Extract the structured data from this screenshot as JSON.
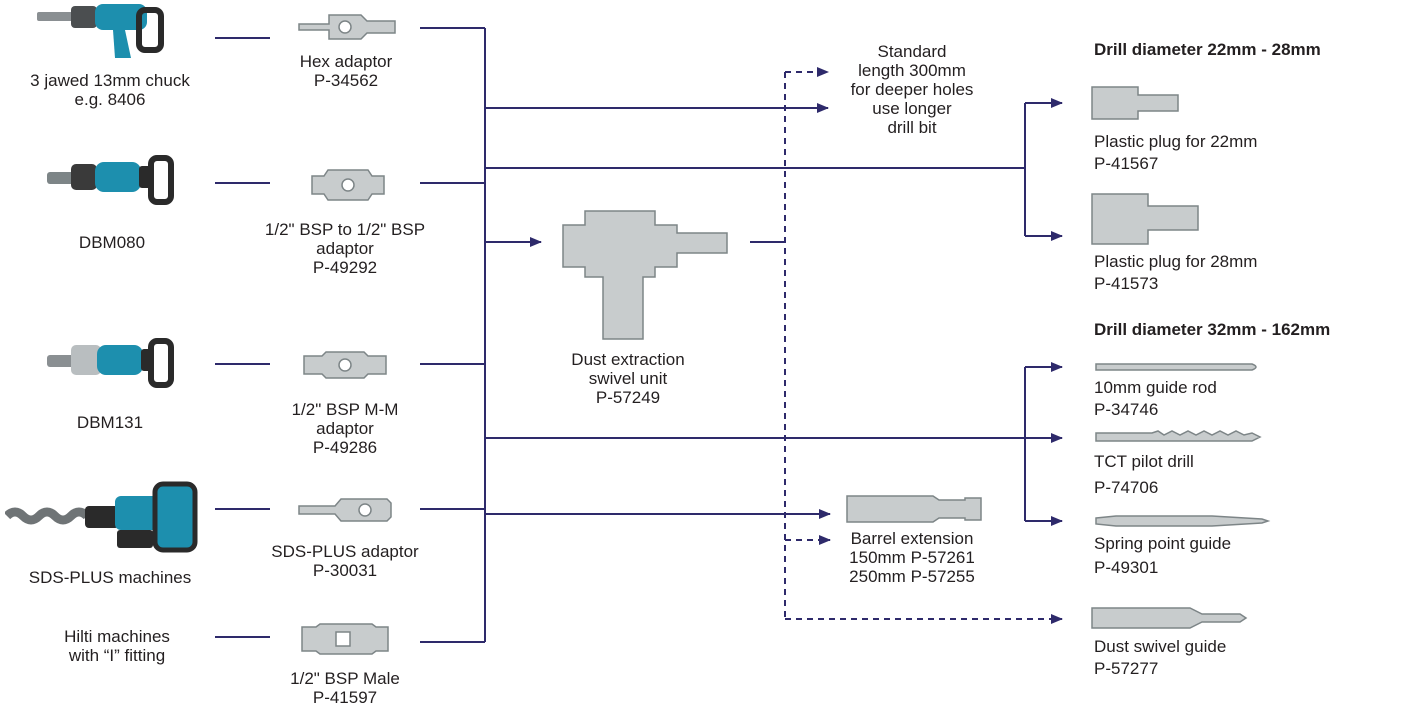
{
  "machines": {
    "chuck": {
      "line1": "3 jawed 13mm chuck",
      "line2": "e.g. 8406"
    },
    "dbm080": {
      "line1": "DBM080"
    },
    "dbm131": {
      "line1": "DBM131"
    },
    "sds": {
      "line1": "SDS-PLUS machines"
    },
    "hilti": {
      "line1": "Hilti machines",
      "line2": "with “I” fitting"
    }
  },
  "adaptors": {
    "hex": {
      "line1": "Hex adaptor",
      "line2": "P-34562"
    },
    "bsp": {
      "line1": "1/2\" BSP to 1/2\" BSP",
      "line2": "adaptor",
      "line3": "P-49292"
    },
    "mm": {
      "line1": "1/2\" BSP M-M",
      "line2": "adaptor",
      "line3": "P-49286"
    },
    "sdsplus": {
      "line1": "SDS-PLUS adaptor",
      "line2": "P-30031"
    },
    "male": {
      "line1": "1/2\" BSP Male",
      "line2": "P-41597"
    }
  },
  "swivel": {
    "line1": "Dust extraction",
    "line2": "swivel unit",
    "line3": "P-57249"
  },
  "standard_note": {
    "line1": "Standard",
    "line2": "length 300mm",
    "line3": "for deeper holes",
    "line4": "use longer",
    "line5": "drill bit"
  },
  "barrel": {
    "line1": "Barrel extension",
    "line2": "150mm P-57261",
    "line3": "250mm P-57255"
  },
  "group_22_28": {
    "heading": "Drill diameter 22mm - 28mm",
    "items": [
      {
        "line1": "Plastic plug for 22mm",
        "line2": "P-41567"
      },
      {
        "line1": "Plastic plug for 28mm",
        "line2": "P-41573"
      }
    ]
  },
  "group_32_162": {
    "heading": "Drill diameter 32mm - 162mm",
    "items": [
      {
        "line1": "10mm guide rod",
        "line2": "P-34746"
      },
      {
        "line1": "TCT pilot drill",
        "line2": "P-74706"
      },
      {
        "line1": "Spring point guide",
        "line2": "P-49301"
      },
      {
        "line1": "Dust swivel guide",
        "line2": "P-57277"
      }
    ]
  },
  "colors": {
    "line": "#2e2a6b",
    "part_fill": "#c8cccd",
    "part_stroke": "#7d8587",
    "tool_blue": "#1d8fae",
    "tool_dark": "#2a2a2a"
  }
}
